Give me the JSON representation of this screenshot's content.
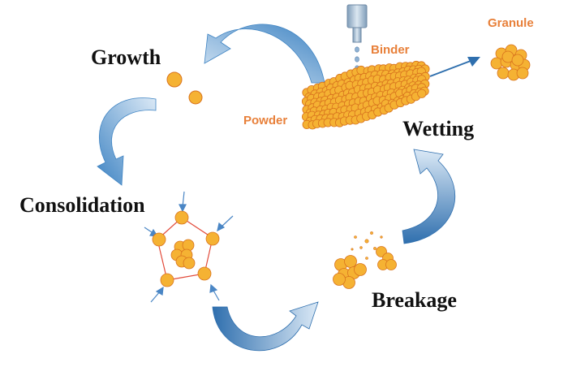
{
  "labels": {
    "growth": "Growth",
    "wetting": "Wetting",
    "consolidation": "Consolidation",
    "breakage": "Breakage",
    "binder": "Binder",
    "powder": "Powder",
    "granule": "Granule"
  },
  "colors": {
    "particle_fill": "#f5b233",
    "particle_stroke": "#d9741e",
    "cycle_arrow": "#3f84c3",
    "cycle_arrow_light": "#dbe9f6",
    "label_accent": "#e8803a",
    "stage_text": "#111111",
    "outline": "#e24b3b",
    "nozzle": "#9cb6cf"
  }
}
